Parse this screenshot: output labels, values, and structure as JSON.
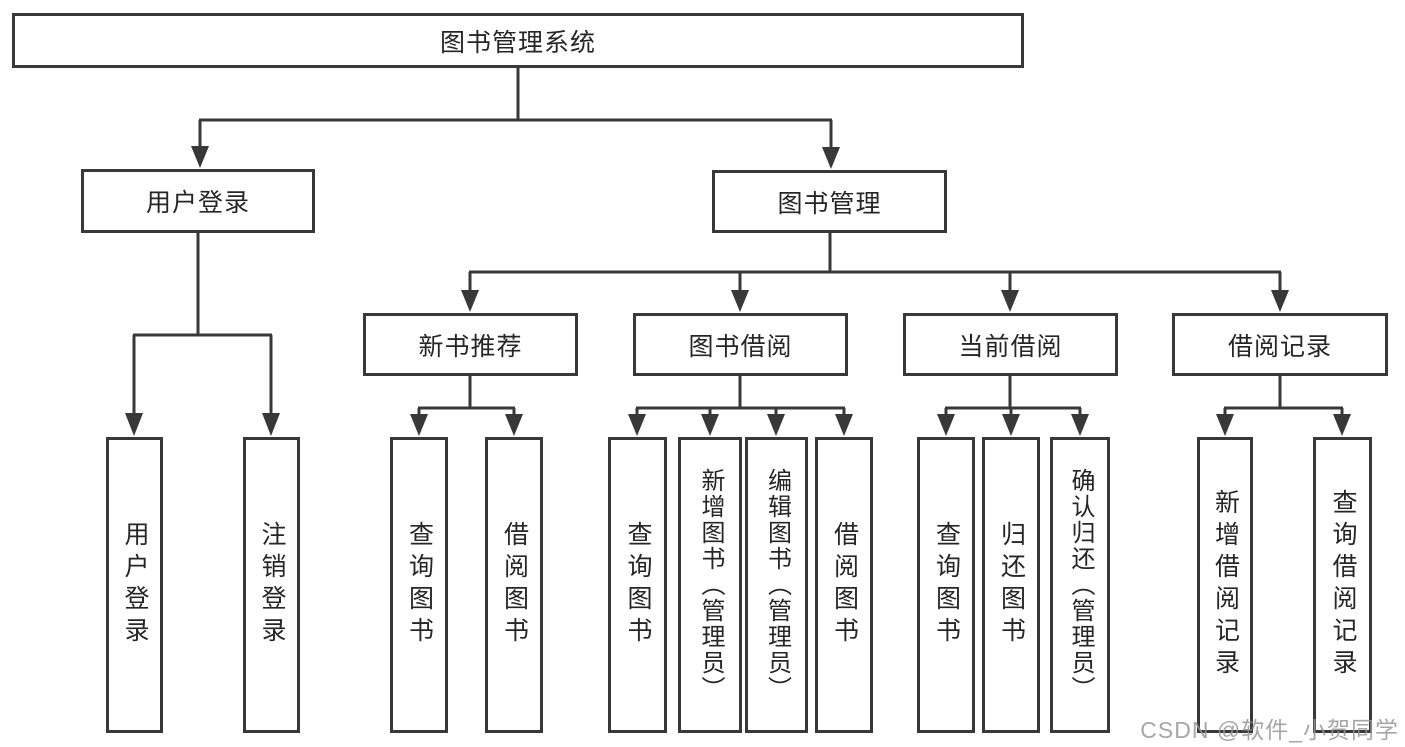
{
  "diagram_type": "hierarchy-tree",
  "nodes": {
    "root": {
      "label": "图书管理系统"
    },
    "level2": [
      {
        "label": "用户登录"
      },
      {
        "label": "图书管理"
      }
    ],
    "level3": [
      {
        "label": "新书推荐"
      },
      {
        "label": "图书借阅"
      },
      {
        "label": "当前借阅"
      },
      {
        "label": "借阅记录"
      }
    ],
    "leaves": [
      {
        "label": "用户登录",
        "parent": "用户登录"
      },
      {
        "label": "注销登录",
        "parent": "用户登录"
      },
      {
        "label": "查询图书",
        "parent": "新书推荐"
      },
      {
        "label": "借阅图书",
        "parent": "新书推荐"
      },
      {
        "label": "查询图书",
        "parent": "图书借阅"
      },
      {
        "label": "新增图书（管理员）",
        "parent": "图书借阅"
      },
      {
        "label": "编辑图书（管理员）",
        "parent": "图书借阅"
      },
      {
        "label": "借阅图书",
        "parent": "图书借阅"
      },
      {
        "label": "查询图书",
        "parent": "当前借阅"
      },
      {
        "label": "归还图书",
        "parent": "当前借阅"
      },
      {
        "label": "确认归还（管理员）",
        "parent": "当前借阅"
      },
      {
        "label": "新增借阅记录",
        "parent": "借阅记录"
      },
      {
        "label": "查询借阅记录",
        "parent": "借阅记录"
      }
    ]
  },
  "watermark": {
    "text": "CSDN @软件_小贺同学"
  },
  "colors": {
    "line": "#383838",
    "box_border": "#383838",
    "text": "#262626",
    "watermark": "#969696",
    "background": "#ffffff"
  }
}
